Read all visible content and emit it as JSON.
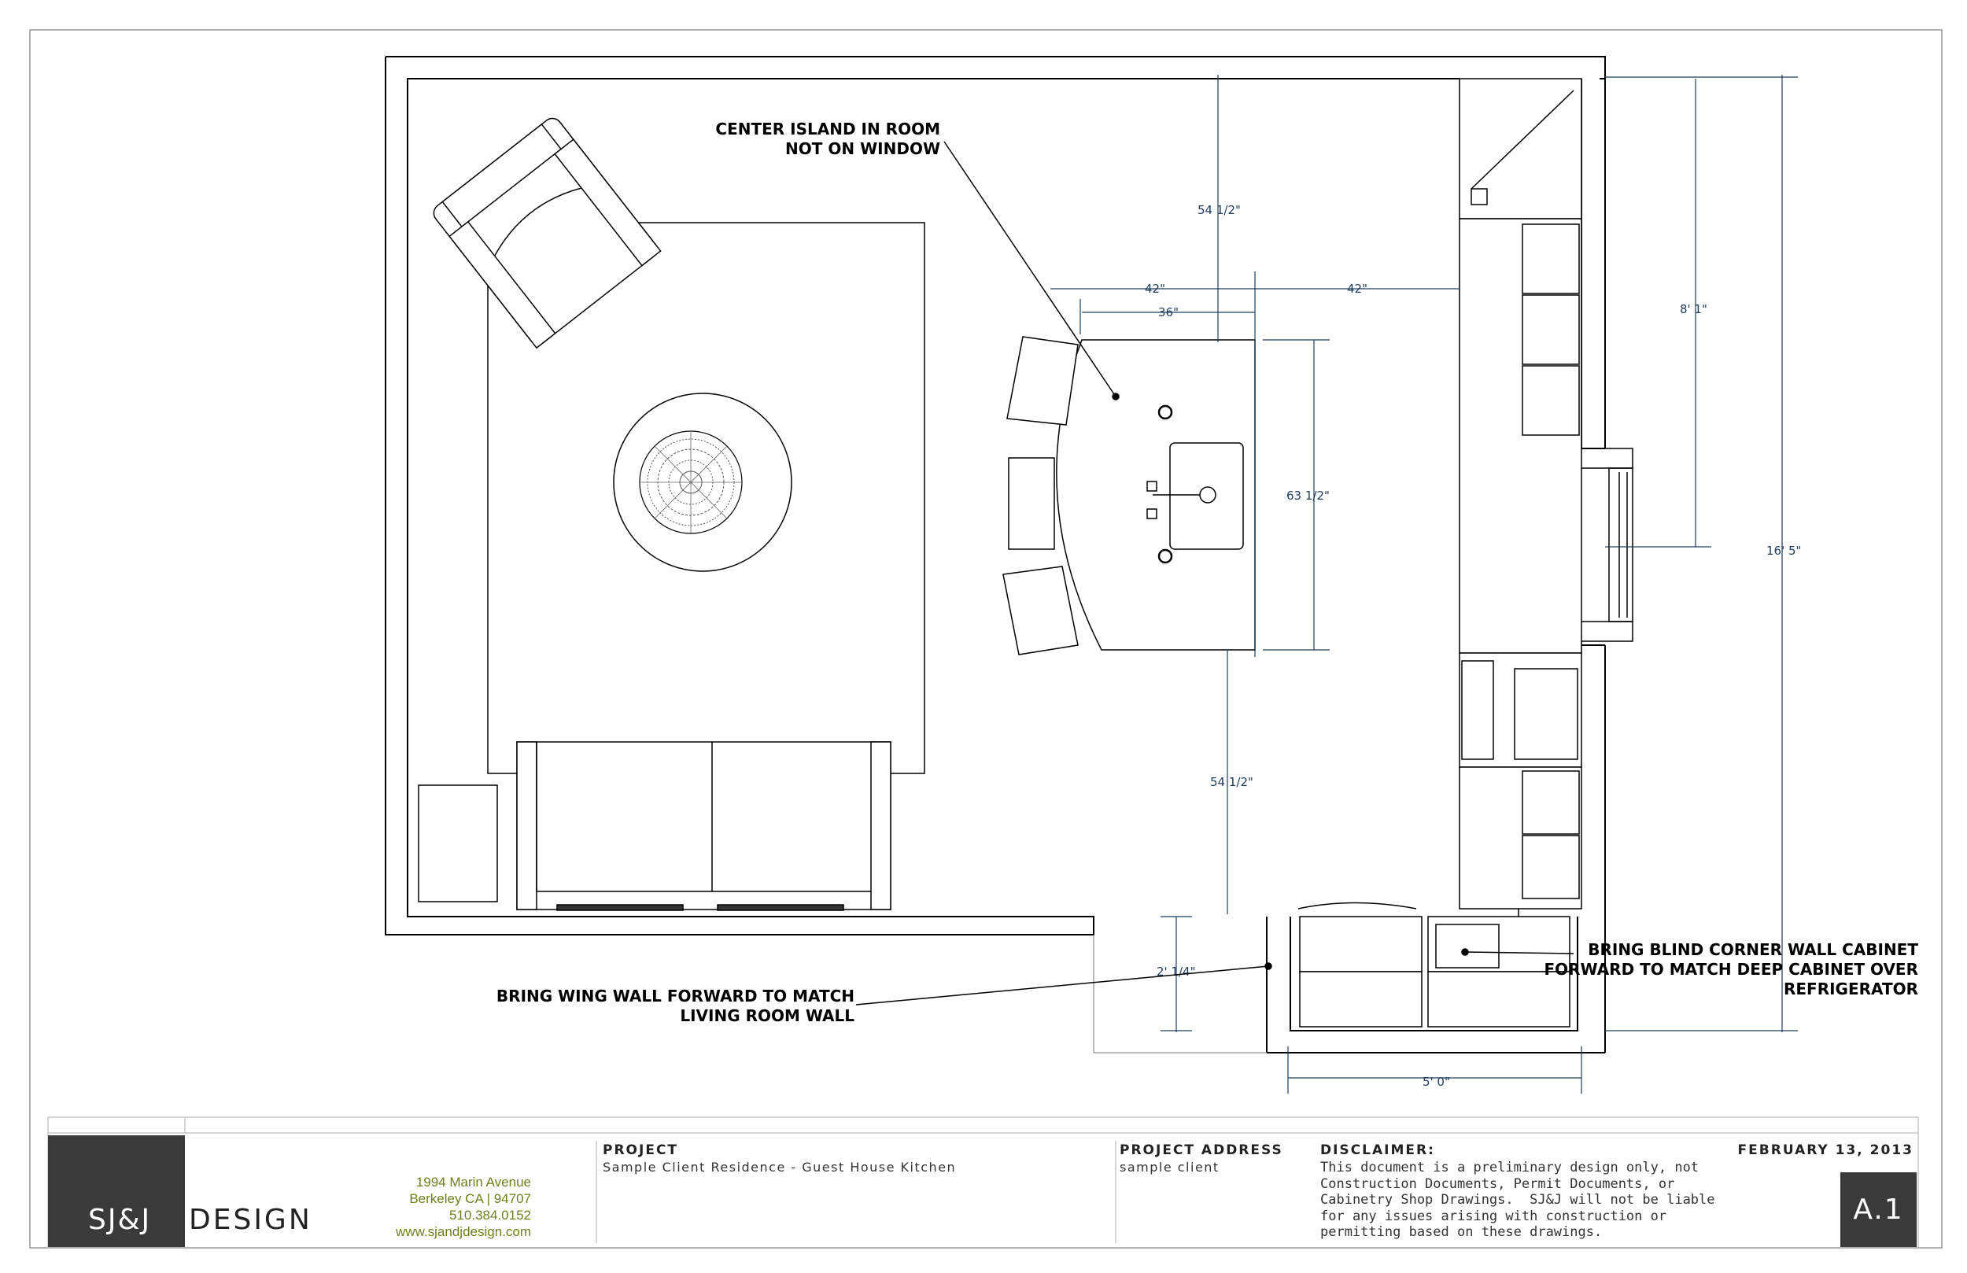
{
  "callouts": {
    "island": [
      "CENTER ISLAND IN ROOM",
      "NOT ON WINDOW"
    ],
    "wing_wall": [
      "BRING WING WALL FORWARD TO MATCH",
      "LIVING ROOM WALL"
    ],
    "blind_corner": [
      "BRING BLIND CORNER WALL CABINET",
      "FORWARD TO MATCH DEEP CABINET OVER",
      "REFRIGERATOR"
    ]
  },
  "dimensions": {
    "top_clearance": "54 1/2\"",
    "left_aisle": "42\"",
    "right_aisle": "42\"",
    "island_depth": "36\"",
    "island_length": "63 1/2\"",
    "bottom_clearance": "54 1/2\"",
    "upper_run": "8' 1\"",
    "overall": "16' 5\"",
    "wing": "2' 1/4\"",
    "lower_width": "5' 0\""
  },
  "title_block": {
    "company_left": "SJ&J",
    "company_right": "DESIGN",
    "address": [
      "1994 Marin Avenue",
      "Berkeley CA | 94707",
      "510.384.0152",
      "www.sjandjdesign.com"
    ],
    "project_label": "PROJECT",
    "project_value": "Sample Client Residence - Guest House Kitchen",
    "address_label": "PROJECT ADDRESS",
    "address_value": "sample client",
    "disclaimer_label": "DISCLAIMER:",
    "disclaimer_lines": [
      "This document is a preliminary design only, not",
      "Construction Documents, Permit Documents, or",
      "Cabinetry Shop Drawings.  SJ&J will not be liable",
      "for any issues arising with construction or",
      "permitting based on these drawings."
    ],
    "date": "FEBRUARY 13, 2013",
    "sheet": "A.1"
  },
  "colors": {
    "line": "#000000",
    "dimension": "#1f3c5c",
    "address_text": "#6e7f1c",
    "logo_block": "#3a3a3a"
  }
}
